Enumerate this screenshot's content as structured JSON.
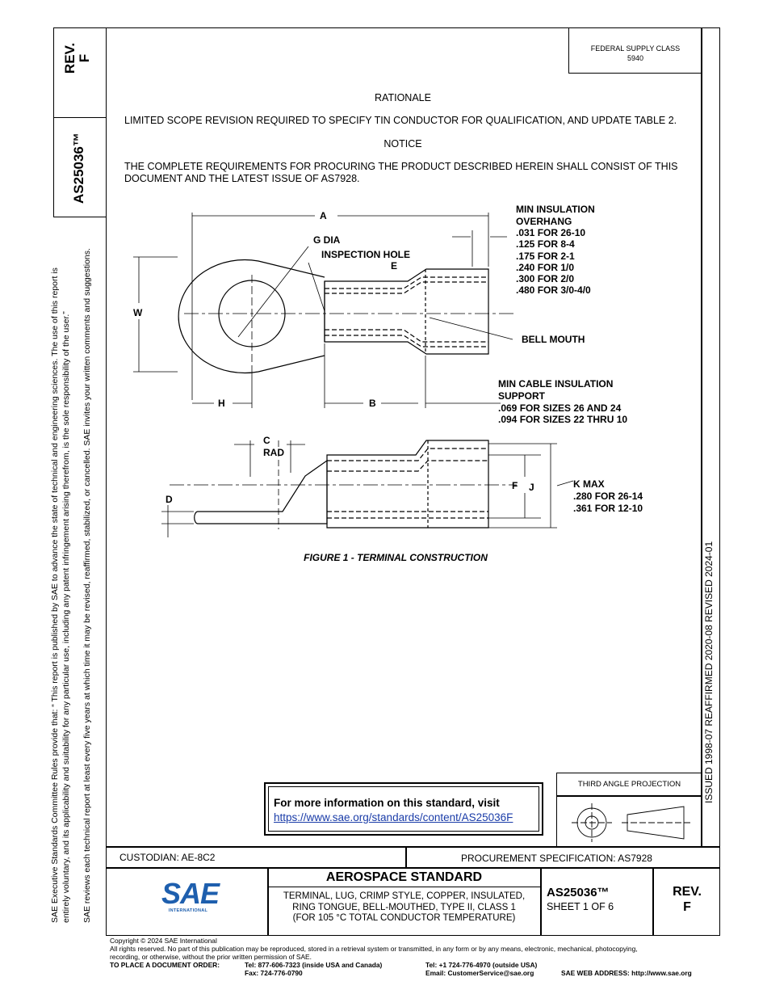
{
  "left_margin": {
    "rev_label": "REV.",
    "rev_letter": "F",
    "doc_number": "AS25036™",
    "rules_line1": "SAE Executive Standards Committee Rules provide that: “  This report is published by SAE to advance the state of technical and engineering sciences. The use of this report is",
    "rules_line2": "entirely voluntary, and its applicability and suitability for any particular use, including any patent infringement arising therefrom, is the sole responsibility of the user.”",
    "review_line": "SAE reviews each technical report at least every five years at which time it may be revised, reaffirmed, stabilized, or cancelled. SAE invites your written comments and suggestions."
  },
  "right_margin": {
    "dates": "ISSUED 1998-07     REAFFIRMED 2020-08     REVISED 2024-01"
  },
  "header": {
    "supply_class_label": "FEDERAL SUPPLY CLASS",
    "supply_class_value": "5940"
  },
  "body": {
    "rationale_heading": "RATIONALE",
    "rationale_text": "LIMITED SCOPE REVISION REQUIRED TO SPECIFY TIN CONDUCTOR FOR QUALIFICATION, AND UPDATE TABLE 2.",
    "notice_heading": "NOTICE",
    "notice_text": "THE COMPLETE REQUIREMENTS FOR PROCURING THE PRODUCT DESCRIBED HEREIN SHALL CONSIST OF THIS DOCUMENT AND THE LATEST ISSUE OF AS7928."
  },
  "figure": {
    "caption": "FIGURE 1 - TERMINAL CONSTRUCTION",
    "labels": {
      "a": "A",
      "b": "B",
      "h": "H",
      "w": "W",
      "e": "E",
      "g_dia": "G DIA",
      "inspection_hole": "INSPECTION HOLE",
      "bell_mouth": "BELL MOUTH",
      "c": "C",
      "rad": "RAD",
      "d": "D",
      "f": "F",
      "j": "J",
      "min_insulation": [
        "MIN INSULATION",
        "OVERHANG",
        ".031 FOR 26-10",
        ".125 FOR 8-4",
        ".175 FOR 2-1",
        ".240 FOR 1/0",
        ".300 FOR 2/0",
        ".480 FOR 3/0-4/0"
      ],
      "min_cable": [
        "MIN CABLE INSULATION",
        "SUPPORT",
        ".069 FOR SIZES 26 AND 24",
        ".094 FOR SIZES 22 THRU 10"
      ],
      "k_max": [
        "K MAX",
        ".280 FOR 26-14",
        ".361 FOR 12-10"
      ]
    }
  },
  "info_box": {
    "text": "For more information on this standard, visit",
    "link": "https://www.sae.org/standards/content/AS25036F"
  },
  "projection": {
    "label": "THIRD ANGLE PROJECTION"
  },
  "title_block": {
    "custodian": "CUSTODIAN: AE-8C2",
    "procurement": "PROCUREMENT SPECIFICATION: AS7928",
    "logo_text": "SAE",
    "logo_sub": "INTERNATIONAL",
    "standard_title": "AEROSPACE STANDARD",
    "description": [
      "TERMINAL, LUG, CRIMP STYLE, COPPER, INSULATED,",
      "RING TONGUE, BELL-MOUTHED, TYPE II, CLASS 1",
      "(FOR 105 °C TOTAL CONDUCTOR TEMPERATURE)"
    ],
    "doc_number": "AS25036™",
    "sheet": "SHEET 1 OF 6",
    "rev_label": "REV.",
    "rev_letter": "F"
  },
  "footer": {
    "copyright": "Copyright © 2024 SAE International",
    "rights1": "All rights reserved. No part of this publication may be reproduced, stored in a retrieval system or transmitted, in any form or by any means, electronic, mechanical, photocopying,",
    "rights2": "recording, or otherwise, without the prior written permission of SAE.",
    "order_label": "TO PLACE A DOCUMENT ORDER:",
    "tel_us": "Tel: 877-606-7323 (inside USA and Canada)",
    "fax": "Fax: 724-776-0790",
    "tel_intl": "Tel: +1 724-776-4970 (outside USA)",
    "email": "Email: CustomerService@sae.org",
    "web": "SAE WEB ADDRESS: http://www.sae.org"
  },
  "colors": {
    "link": "#1a3ca8",
    "logo_blue": "#1e5fae"
  }
}
